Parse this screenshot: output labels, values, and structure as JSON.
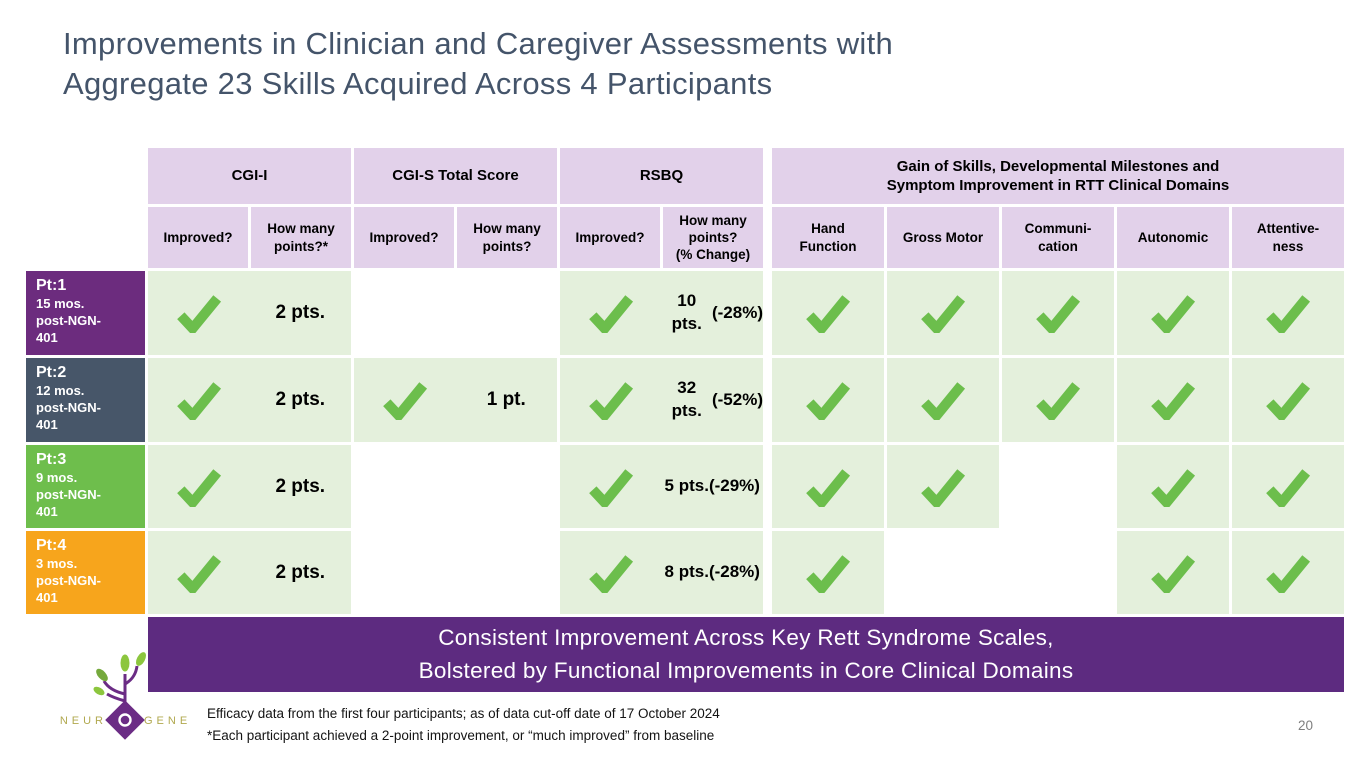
{
  "slide": {
    "title": "Improvements in Clinician and Caregiver Assessments with\nAggregate 23 Skills Acquired Across 4 Participants",
    "banner_text": "Consistent Improvement Across Key Rett Syndrome Scales,\nBolstered by Functional Improvements in Core Clinical Domains",
    "footnotes": [
      "Efficacy data from the first four participants; as of data cut-off date of 17 October 2024",
      "*Each participant achieved a 2-point improvement, or “much improved” from baseline"
    ],
    "page_number": "20",
    "logo": {
      "word_left": "NEUR",
      "word_right": "GENE"
    }
  },
  "table": {
    "scale_groups": [
      {
        "label": "CGI-I",
        "sub": [
          "Improved?",
          "How many\npoints?*"
        ]
      },
      {
        "label": "CGI-S Total Score",
        "sub": [
          "Improved?",
          "How many\npoints?"
        ]
      },
      {
        "label": "RSBQ",
        "sub": [
          "Improved?",
          "How many\npoints?\n(% Change)"
        ]
      }
    ],
    "domain_group": {
      "label": "Gain of Skills, Developmental Milestones and\nSymptom Improvement in RTT Clinical Domains",
      "sub": [
        "Hand\nFunction",
        "Gross Motor",
        "Communi-\ncation",
        "Autonomic",
        "Attentive-\nness"
      ]
    },
    "rows": [
      {
        "pt": "Pt:1",
        "duration": "15 mos.\npost-NGN-\n401",
        "color": "#6C2C7E",
        "cgi_i": {
          "check": true,
          "value": "2 pts."
        },
        "cgi_s": {
          "check": false,
          "value": ""
        },
        "rsbq": {
          "check": true,
          "points": "10 pts.",
          "change": "(-28%)"
        },
        "domains": {
          "hand_function": true,
          "gross_motor": true,
          "communication": true,
          "autonomic": true,
          "attentiveness": true
        }
      },
      {
        "pt": "Pt:2",
        "duration": "12 mos.\npost-NGN-\n401",
        "color": "#475669",
        "cgi_i": {
          "check": true,
          "value": "2 pts."
        },
        "cgi_s": {
          "check": true,
          "value": "1 pt."
        },
        "rsbq": {
          "check": true,
          "points": "32 pts.",
          "change": "(-52%)"
        },
        "domains": {
          "hand_function": true,
          "gross_motor": true,
          "communication": true,
          "autonomic": true,
          "attentiveness": true
        }
      },
      {
        "pt": "Pt:3",
        "duration": "9 mos.\npost-NGN-\n401",
        "color": "#6EBE4C",
        "cgi_i": {
          "check": true,
          "value": "2 pts."
        },
        "cgi_s": {
          "check": false,
          "value": ""
        },
        "rsbq": {
          "check": true,
          "points": "5 pts.",
          "change": "(-29%)"
        },
        "domains": {
          "hand_function": true,
          "gross_motor": true,
          "communication": false,
          "autonomic": true,
          "attentiveness": true
        }
      },
      {
        "pt": "Pt:4",
        "duration": "3 mos.\npost-NGN-\n401",
        "color": "#F7A51C",
        "cgi_i": {
          "check": true,
          "value": "2 pts."
        },
        "cgi_s": {
          "check": false,
          "value": ""
        },
        "rsbq": {
          "check": true,
          "points": "8 pts.",
          "change": "(-28%)"
        },
        "domains": {
          "hand_function": true,
          "gross_motor": false,
          "communication": false,
          "autonomic": true,
          "attentiveness": true
        }
      }
    ]
  },
  "colors": {
    "title_text": "#44546A",
    "header_lavender": "#E2D1EA",
    "cell_green": "#E4F0DC",
    "check_green": "#6CBE4C",
    "banner_purple": "#5D2B80",
    "pt1_purple": "#6C2C7E",
    "pt2_slate": "#475669",
    "pt3_green": "#6EBE4C",
    "pt4_orange": "#F7A51C",
    "logo_wordmark": "#B1A94F",
    "logo_purple": "#6B2C85",
    "logo_leaf": "#8CC63E"
  }
}
